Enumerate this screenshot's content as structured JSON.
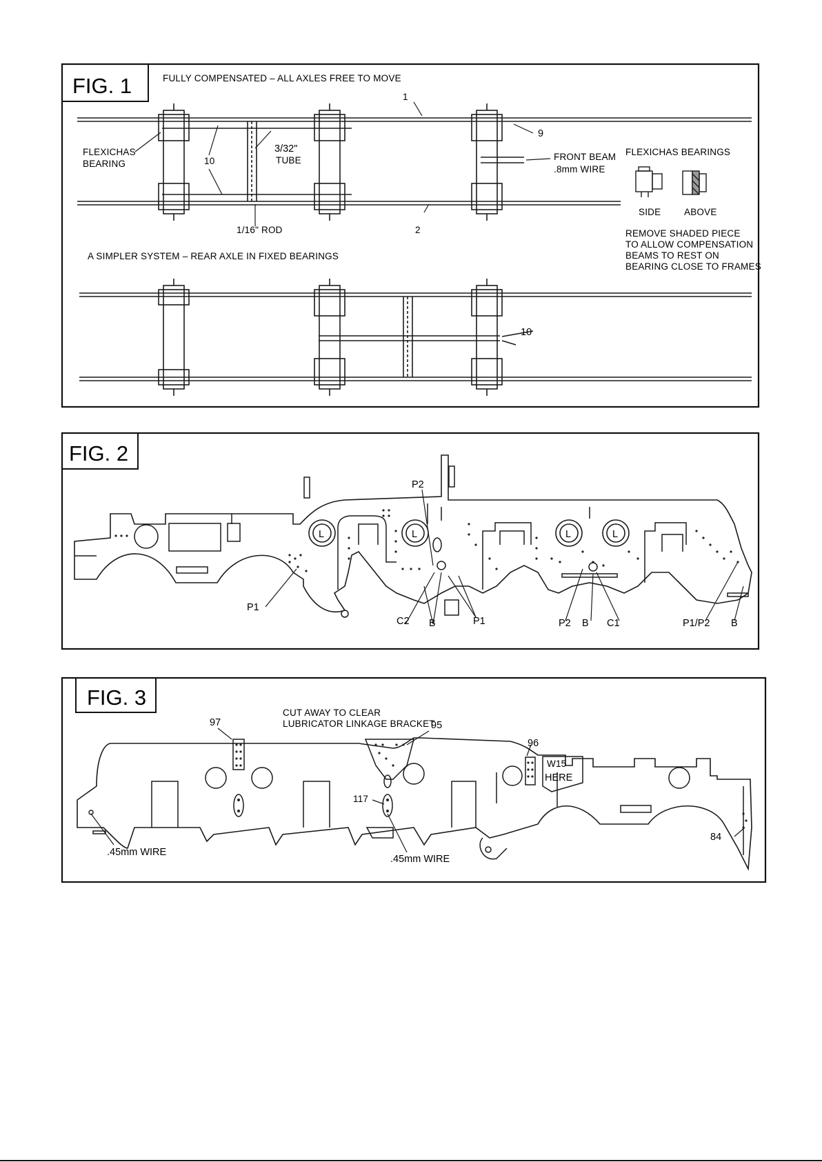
{
  "fig1": {
    "title": "FIG. 1",
    "caption_top": "FULLY COMPENSATED – ALL AXLES FREE TO MOVE",
    "flexichas_bearing": [
      "FLEXICHAS",
      "BEARING"
    ],
    "tube": [
      "3/32\"",
      "TUBE"
    ],
    "rod": "1/16\" ROD",
    "front_beam": [
      "FRONT BEAM",
      ".8mm WIRE"
    ],
    "bearings_heading": "FLEXICHAS BEARINGS",
    "side": "SIDE",
    "above": "ABOVE",
    "remove_note": [
      "REMOVE SHADED PIECE",
      "TO ALLOW COMPENSATION",
      "BEAMS TO REST ON",
      "BEARING CLOSE TO FRAMES"
    ],
    "caption_bottom": "A SIMPLER SYSTEM – REAR AXLE IN FIXED BEARINGS",
    "part_1": "1",
    "part_2": "2",
    "part_9": "9",
    "part_10": "10"
  },
  "fig2": {
    "title": "FIG. 2",
    "labels": {
      "p2_top": "P2",
      "p1_left": "P1",
      "c2": "C2",
      "b_mid": "B",
      "p1_mid": "P1",
      "p2_right": "P2",
      "b_right": "B",
      "c1": "C1",
      "p1p2": "P1/P2",
      "b_far": "B",
      "l": "L"
    }
  },
  "fig3": {
    "title": "FIG. 3",
    "cut_away": [
      "CUT AWAY TO CLEAR",
      "LUBRICATOR LINKAGE BRACKET"
    ],
    "part_97": "97",
    "part_95": "95",
    "part_96": "96",
    "w15": [
      "W15",
      "HERE"
    ],
    "part_117": "117",
    "part_84": "84",
    "wire_left": ".45mm WIRE",
    "wire_mid": ".45mm WIRE"
  }
}
